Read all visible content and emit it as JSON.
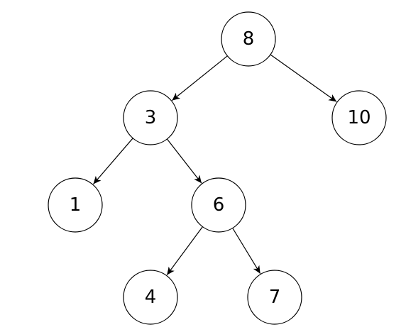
{
  "tree": {
    "nodes": [
      {
        "id": "n8",
        "label": "8"
      },
      {
        "id": "n3",
        "label": "3"
      },
      {
        "id": "n10",
        "label": "10"
      },
      {
        "id": "n1",
        "label": "1"
      },
      {
        "id": "n6",
        "label": "6"
      },
      {
        "id": "n4",
        "label": "4"
      },
      {
        "id": "n7",
        "label": "7"
      }
    ],
    "edges": [
      {
        "from": "n8",
        "to": "n3"
      },
      {
        "from": "n8",
        "to": "n10"
      },
      {
        "from": "n3",
        "to": "n1"
      },
      {
        "from": "n3",
        "to": "n6"
      },
      {
        "from": "n6",
        "to": "n4"
      },
      {
        "from": "n6",
        "to": "n7"
      }
    ]
  },
  "colors": {
    "stroke": "#000000",
    "fill": "#ffffff",
    "background": "#ffffff"
  }
}
